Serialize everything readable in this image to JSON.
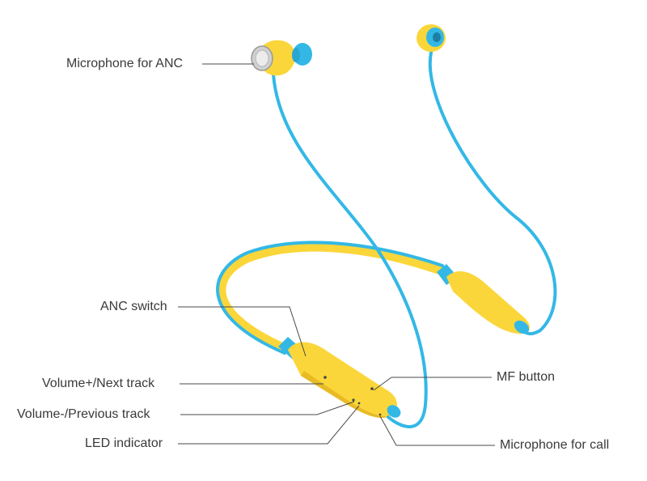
{
  "labels": {
    "microphone_anc": "Microphone for ANC",
    "anc_switch": "ANC switch",
    "volume_plus": "Volume+/Next track",
    "volume_minus": "Volume-/Previous track",
    "led_indicator": "LED indicator",
    "mf_button": "MF button",
    "microphone_call": "Microphone for call"
  },
  "colors": {
    "cable": "#33b8e6",
    "body_yellow": "#fbd63a",
    "leader_line": "#4a4a4a",
    "text": "#3a3a3a"
  }
}
